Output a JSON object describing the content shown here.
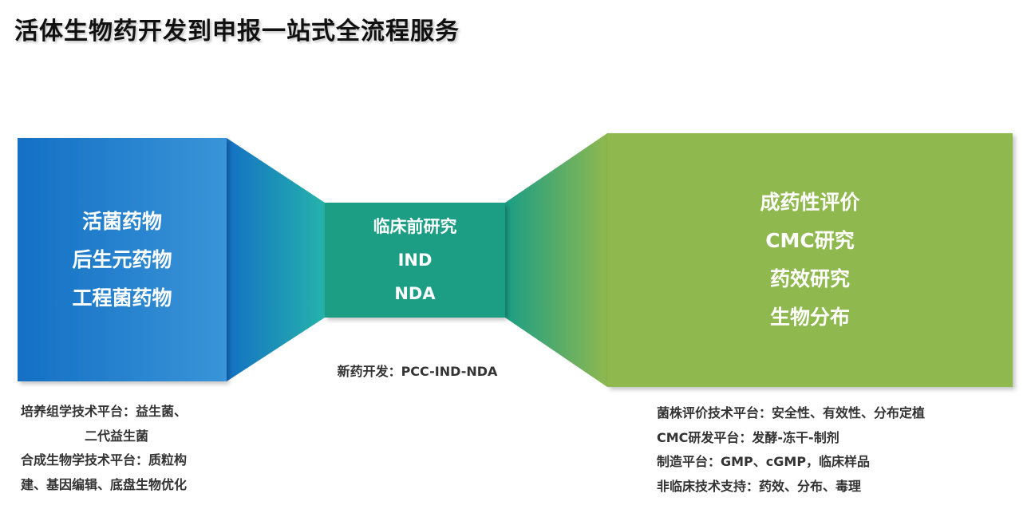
{
  "title": "活体生物药开发到申报一站式全流程服务",
  "left_box": {
    "items": [
      "活菌药物",
      "后生元药物",
      "工程菌药物"
    ]
  },
  "middle_box": {
    "items": [
      "临床前研究",
      "IND",
      "NDA"
    ]
  },
  "right_box": {
    "items": [
      "成药性评价",
      "CMC研究",
      "药效研究",
      "生物分布"
    ]
  },
  "middle_caption": "新药开发：PCC-IND-NDA",
  "left_notes": [
    "培养组学技术平台：益生菌、",
    "二代益生菌",
    "合成生物学技术平台：质粒构",
    "建、基因编辑、底盘生物优化"
  ],
  "right_notes": [
    "菌株评价技术平台：安全性、有效性、分布定植",
    "CMC研发平台：发酵-冻干-制剂",
    "制造平台：GMP、cGMP，临床样品",
    "非临床技术支持：药效、分布、毒理"
  ],
  "colors": {
    "left_dark": "#1470c4",
    "left_light": "#3a94d8",
    "middle": "#1b9e84",
    "right": "#8fb84f"
  }
}
